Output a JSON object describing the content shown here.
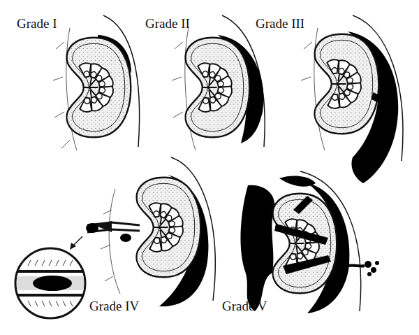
{
  "diagram": {
    "labels": [
      "Grade I",
      "Grade II",
      "Grade III",
      "Grade IV",
      "Grade V"
    ]
  }
}
